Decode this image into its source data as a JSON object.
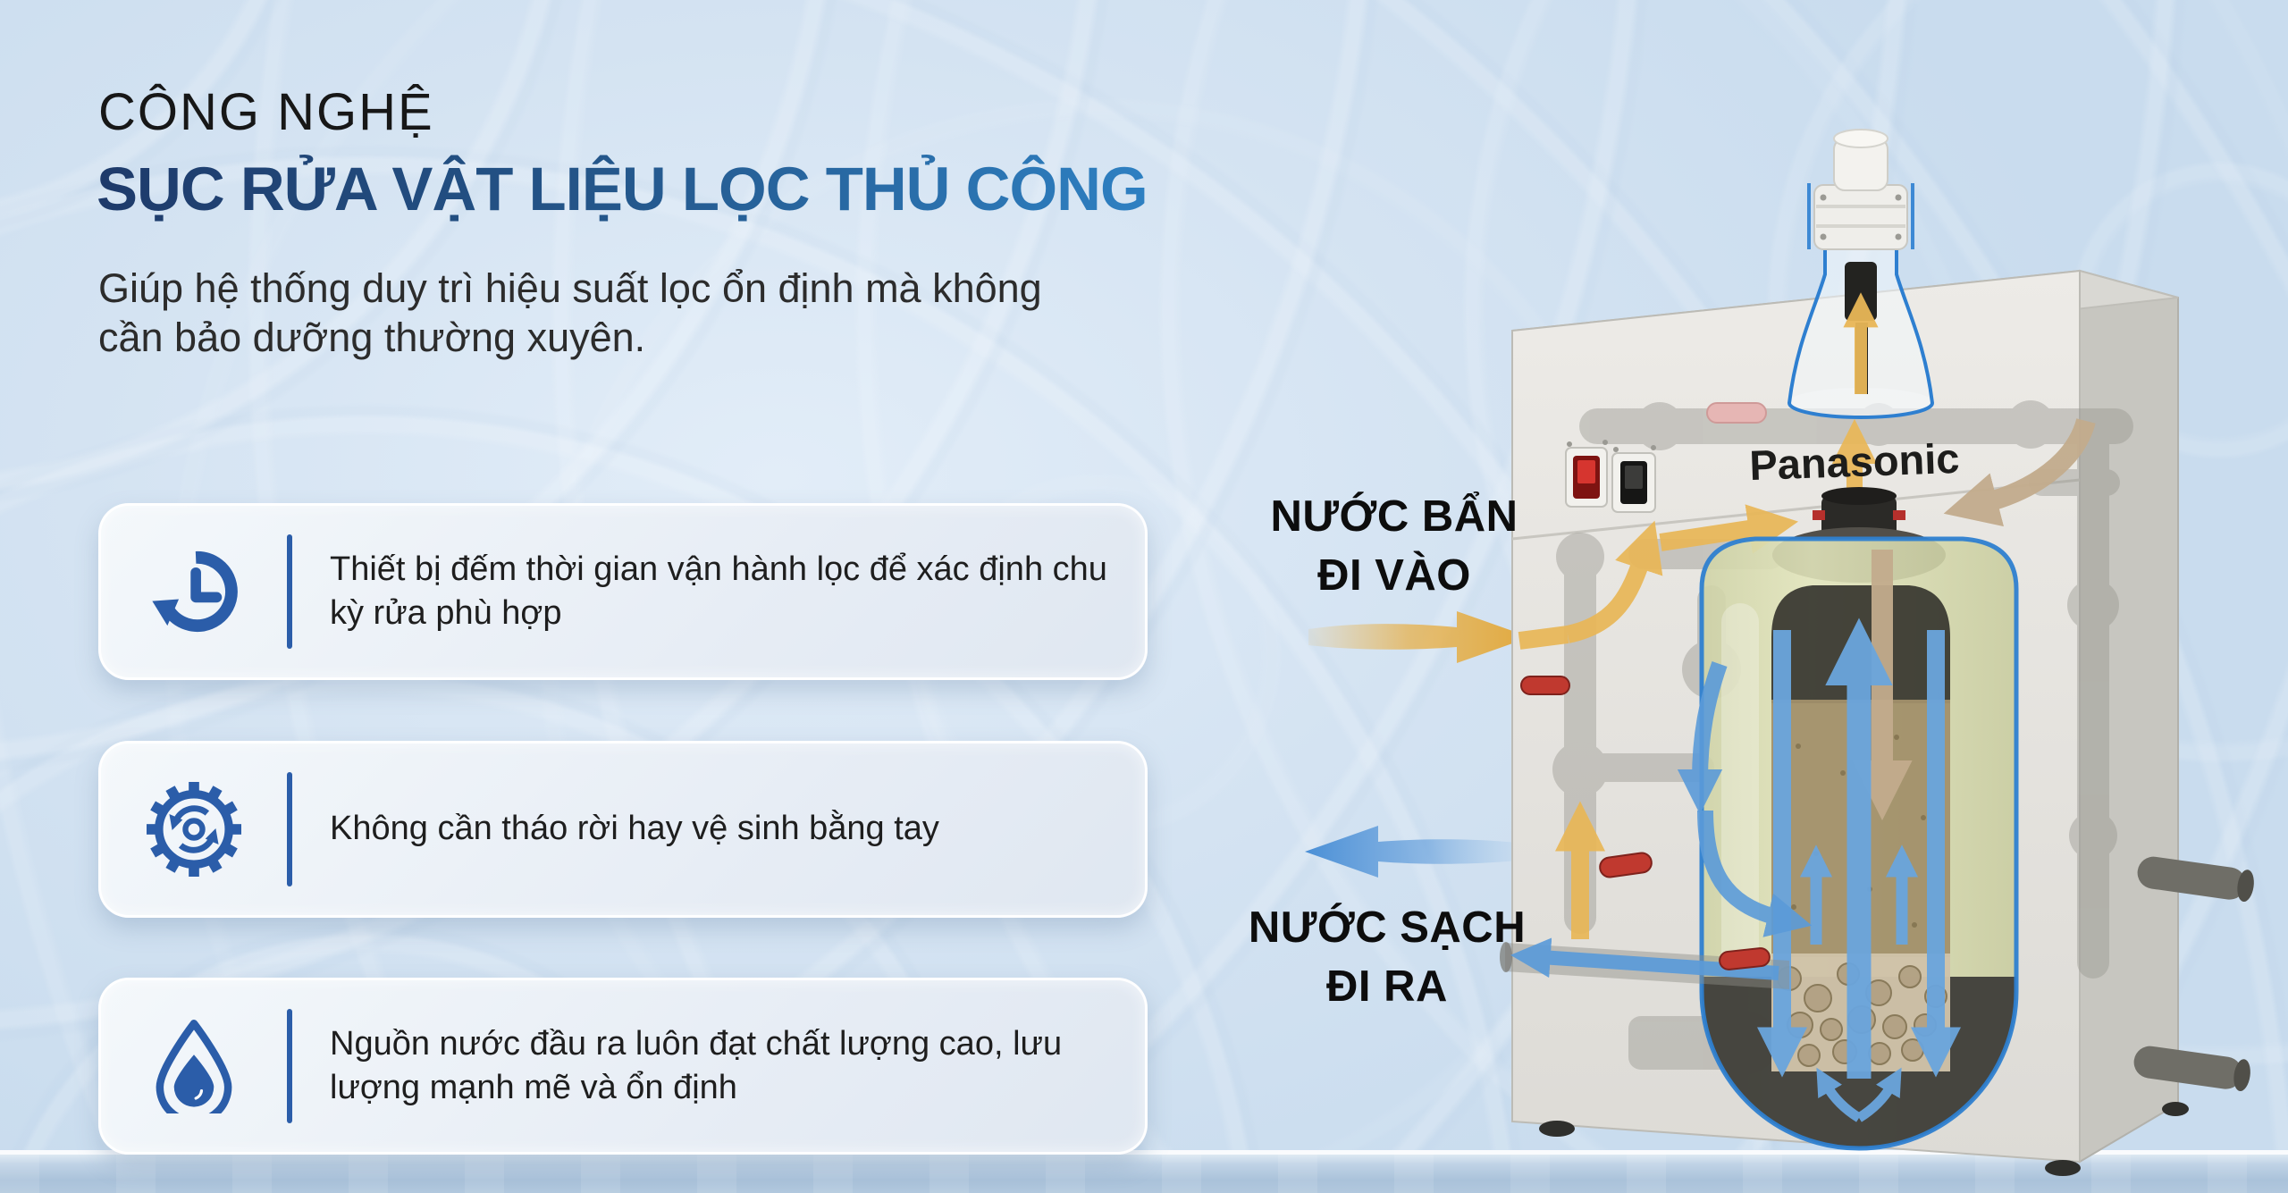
{
  "page": {
    "type": "product-feature-infographic",
    "language": "vi"
  },
  "header": {
    "kicker": "CÔNG NGHỆ",
    "title": "SỤC RỬA VẬT LIỆU LỌC THỦ CÔNG",
    "subtitle": "Giúp hệ thống duy trì hiệu suất lọc ổn định mà không cần bảo dưỡng thường xuyên."
  },
  "features": [
    {
      "icon": "history-clock-icon",
      "text": "Thiết bị đếm thời gian vận hành lọc để xác định chu kỳ rửa phù hợp"
    },
    {
      "icon": "gear-maintenance-icon",
      "text": "Không cần tháo rời hay vệ sinh bằng tay"
    },
    {
      "icon": "water-drop-icon",
      "text": "Nguồn nước đầu ra luôn đạt chất lượng cao, lưu lượng mạnh mẽ và ổn định"
    }
  ],
  "flow_labels": {
    "dirty_in": {
      "line1": "NƯỚC BẨN",
      "line2": "ĐI VÀO"
    },
    "clean_out": {
      "line1": "NƯỚC SẠCH",
      "line2": "ĐI RA"
    }
  },
  "machine": {
    "brand": "Panasonic"
  },
  "colors": {
    "background": "#d4e3f2",
    "accent_blue": "#2b5da9",
    "title_gradient_start": "#1e3a6a",
    "title_gradient_end": "#2e80c2",
    "dirty_water_arrow": "#e9b757",
    "clean_water_arrow": "#5b9bd9",
    "backwash_arrow": "#c3ac8d",
    "tank_outline": "#2e7fd0",
    "label_text": "#0d0d0d"
  }
}
